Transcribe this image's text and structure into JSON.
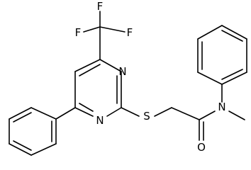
{
  "molecule": {
    "atom_labels": {
      "f_top": "F",
      "f_left": "F",
      "f_right": "F",
      "n_upper": "N",
      "n_lower": "N",
      "s": "S",
      "o": "O",
      "n_amide": "N"
    }
  }
}
